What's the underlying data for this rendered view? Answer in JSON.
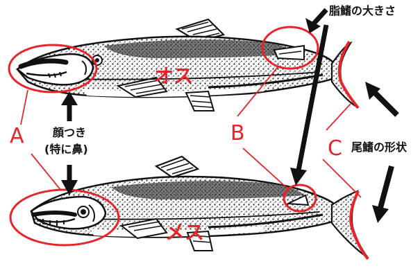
{
  "labels": {
    "male": "オス",
    "female": "メス",
    "a": "A",
    "b": "B",
    "c": "C",
    "face_line1": "顔つき",
    "face_line2": "(特に鼻)",
    "adipose_fin": "脂鰭の大きさ",
    "tail_fin": "尾鰭の形状"
  },
  "colors": {
    "accent_red": "#e8242a",
    "ink": "#111111",
    "background": "#ffffff"
  }
}
